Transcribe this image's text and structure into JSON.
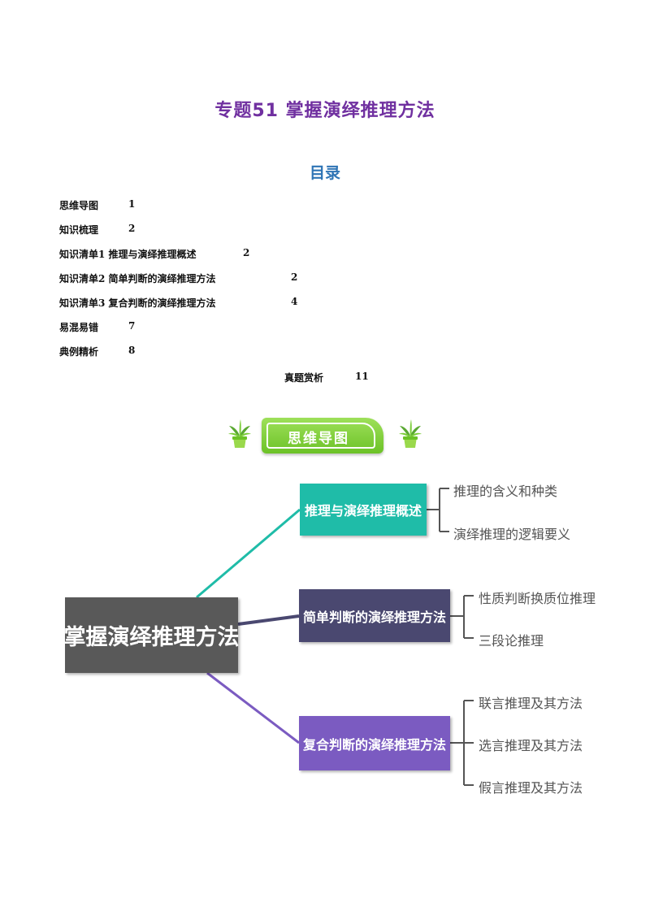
{
  "document": {
    "title": "专题51  掌握演绎推理方法"
  },
  "toc": {
    "heading": "目录",
    "entries": [
      {
        "label": "思维导图",
        "page": "1"
      },
      {
        "label": "知识梳理",
        "page": "2"
      },
      {
        "label": "知识清单1  推理与演绎推理概述",
        "page": "2"
      },
      {
        "label": "知识清单2  简单判断的演绎推理方法",
        "page": "2"
      },
      {
        "label": "知识清单3  复合判断的演绎推理方法",
        "page": "4"
      },
      {
        "label": "易混易错",
        "page": "7"
      },
      {
        "label": "典例精析",
        "page": "8"
      }
    ],
    "last_entry": {
      "label": "真题赏析",
      "page": "11"
    }
  },
  "section_badge": {
    "label": "思维导图",
    "colors": {
      "fill": "#7ccd3a",
      "border": "#ffffff"
    },
    "icons": [
      "potted-plant-icon",
      "potted-plant-icon"
    ]
  },
  "mindmap": {
    "root": "掌握演绎推理方法",
    "branches": [
      {
        "label": "推理与演绎推理概述",
        "color": "#1fbca8",
        "leaves": [
          "推理的含义和种类",
          "演绎推理的逻辑要义"
        ]
      },
      {
        "label": "简单判断的演绎推理方法",
        "color": "#4a4870",
        "leaves": [
          "性质判断换质位推理",
          "三段论推理"
        ]
      },
      {
        "label": "复合判断的演绎推理方法",
        "color": "#7b5bc1",
        "leaves": [
          "联言推理及其方法",
          "选言推理及其方法",
          "假言推理及其方法"
        ]
      }
    ]
  }
}
